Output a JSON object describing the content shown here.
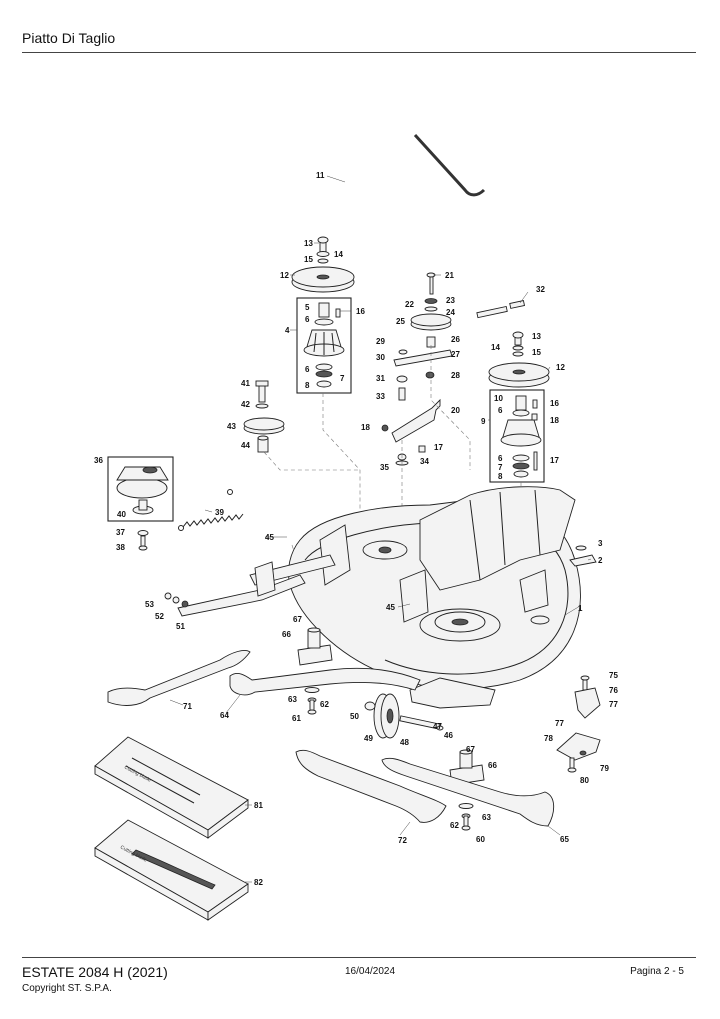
{
  "header": {
    "title": "Piatto Di Taglio"
  },
  "footer": {
    "model": "ESTATE 2084 H (2021)",
    "copyright": "Copyright ST. S.P.A.",
    "date": "16/04/2024",
    "page": "Pagina 2 - 5"
  },
  "diagram": {
    "package_text": "Cutting blade",
    "callouts": [
      {
        "id": "c11",
        "text": "11"
      },
      {
        "id": "c13a",
        "text": "13"
      },
      {
        "id": "c14a",
        "text": "14"
      },
      {
        "id": "c15a",
        "text": "15"
      },
      {
        "id": "c12a",
        "text": "12"
      },
      {
        "id": "c5a",
        "text": "5"
      },
      {
        "id": "c16a",
        "text": "16"
      },
      {
        "id": "c6a",
        "text": "6"
      },
      {
        "id": "c4",
        "text": "4"
      },
      {
        "id": "c6b",
        "text": "6"
      },
      {
        "id": "c7a",
        "text": "7"
      },
      {
        "id": "c8a",
        "text": "8"
      },
      {
        "id": "c21",
        "text": "21"
      },
      {
        "id": "c32",
        "text": "32"
      },
      {
        "id": "c22",
        "text": "22"
      },
      {
        "id": "c23",
        "text": "23"
      },
      {
        "id": "c25",
        "text": "25"
      },
      {
        "id": "c24",
        "text": "24"
      },
      {
        "id": "c13b",
        "text": "13"
      },
      {
        "id": "c26",
        "text": "26"
      },
      {
        "id": "c29",
        "text": "29"
      },
      {
        "id": "c14b",
        "text": "14"
      },
      {
        "id": "c15b",
        "text": "15"
      },
      {
        "id": "c30",
        "text": "30"
      },
      {
        "id": "c27",
        "text": "27"
      },
      {
        "id": "c12b",
        "text": "12"
      },
      {
        "id": "c31",
        "text": "31"
      },
      {
        "id": "c28",
        "text": "28"
      },
      {
        "id": "c41",
        "text": "41"
      },
      {
        "id": "c33",
        "text": "33"
      },
      {
        "id": "c10",
        "text": "10"
      },
      {
        "id": "c16b",
        "text": "16"
      },
      {
        "id": "c42",
        "text": "42"
      },
      {
        "id": "c6c",
        "text": "6"
      },
      {
        "id": "c20",
        "text": "20"
      },
      {
        "id": "c9",
        "text": "9"
      },
      {
        "id": "c18a",
        "text": "18"
      },
      {
        "id": "c43",
        "text": "43"
      },
      {
        "id": "c18b",
        "text": "18"
      },
      {
        "id": "c44",
        "text": "44"
      },
      {
        "id": "c17a",
        "text": "17"
      },
      {
        "id": "c6d",
        "text": "6"
      },
      {
        "id": "c17b",
        "text": "17"
      },
      {
        "id": "c7b",
        "text": "7"
      },
      {
        "id": "c35",
        "text": "35"
      },
      {
        "id": "c34",
        "text": "34"
      },
      {
        "id": "c8b",
        "text": "8"
      },
      {
        "id": "c36",
        "text": "36"
      },
      {
        "id": "c40",
        "text": "40"
      },
      {
        "id": "c39",
        "text": "39"
      },
      {
        "id": "c37",
        "text": "37"
      },
      {
        "id": "c38",
        "text": "38"
      },
      {
        "id": "c45a",
        "text": "45"
      },
      {
        "id": "c3",
        "text": "3"
      },
      {
        "id": "c2",
        "text": "2"
      },
      {
        "id": "c53",
        "text": "53"
      },
      {
        "id": "c52",
        "text": "52"
      },
      {
        "id": "c45b",
        "text": "45"
      },
      {
        "id": "c1",
        "text": "1"
      },
      {
        "id": "c51",
        "text": "51"
      },
      {
        "id": "c67a",
        "text": "67"
      },
      {
        "id": "c66a",
        "text": "66"
      },
      {
        "id": "c75",
        "text": "75"
      },
      {
        "id": "c76",
        "text": "76"
      },
      {
        "id": "c77a",
        "text": "77"
      },
      {
        "id": "c71",
        "text": "71"
      },
      {
        "id": "c64",
        "text": "64"
      },
      {
        "id": "c63a",
        "text": "63"
      },
      {
        "id": "c62a",
        "text": "62"
      },
      {
        "id": "c61",
        "text": "61"
      },
      {
        "id": "c50",
        "text": "50"
      },
      {
        "id": "c47",
        "text": "47"
      },
      {
        "id": "c77b",
        "text": "77"
      },
      {
        "id": "c78",
        "text": "78"
      },
      {
        "id": "c49",
        "text": "49"
      },
      {
        "id": "c48",
        "text": "48"
      },
      {
        "id": "c46",
        "text": "46"
      },
      {
        "id": "c67b",
        "text": "67"
      },
      {
        "id": "c66b",
        "text": "66"
      },
      {
        "id": "c79",
        "text": "79"
      },
      {
        "id": "c80",
        "text": "80"
      },
      {
        "id": "c81",
        "text": "81"
      },
      {
        "id": "c62b",
        "text": "62"
      },
      {
        "id": "c63b",
        "text": "63"
      },
      {
        "id": "c60",
        "text": "60"
      },
      {
        "id": "c72",
        "text": "72"
      },
      {
        "id": "c65",
        "text": "65"
      },
      {
        "id": "c82",
        "text": "82"
      }
    ]
  }
}
